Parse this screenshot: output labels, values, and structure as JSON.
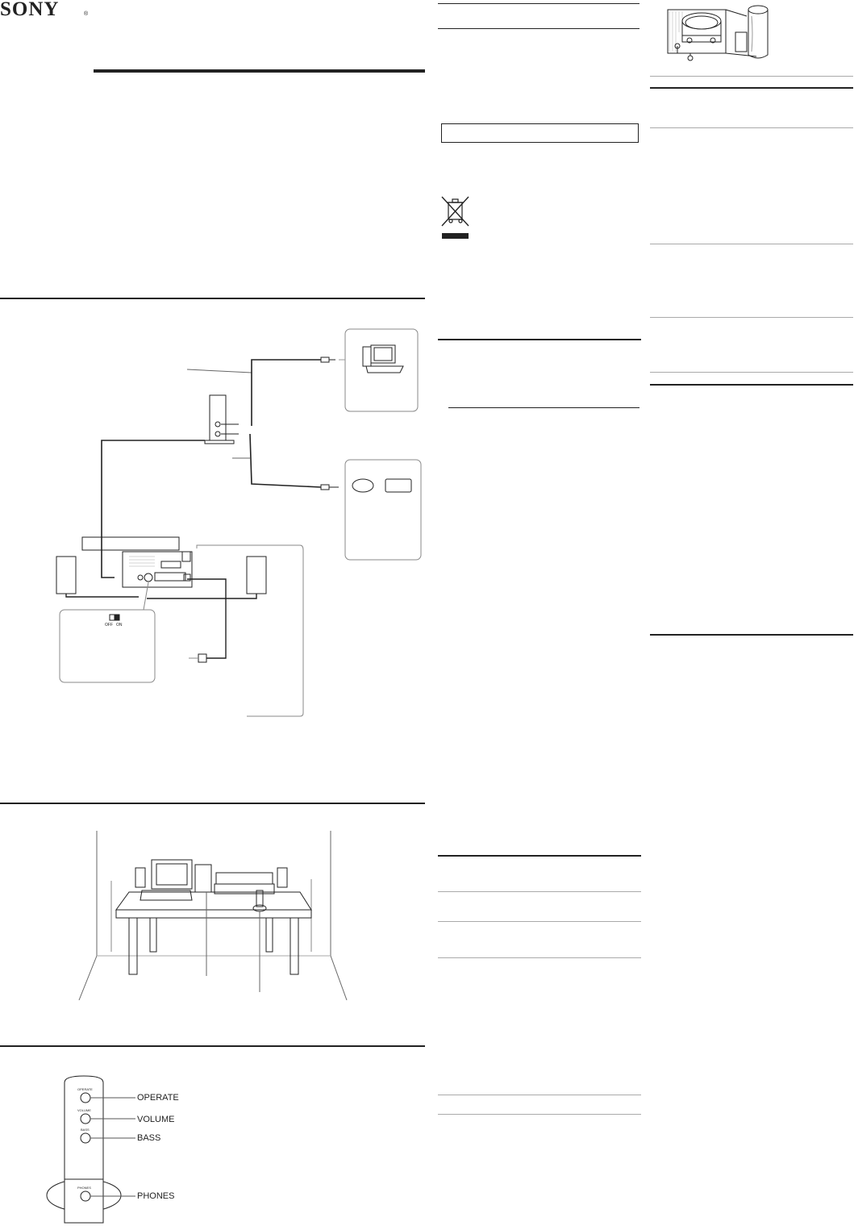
{
  "brand": {
    "logo_text": "SONY",
    "registered_mark": "®"
  },
  "diagram_switch": {
    "off_label": "OFF",
    "on_label": "ON"
  },
  "controls": {
    "operate": "OPERATE",
    "volume": "VOLUME",
    "bass": "BASS",
    "phones": "PHONES"
  },
  "panel_small_labels": {
    "operate": "OPERATE",
    "volume": "VOLUME",
    "bass": "BASS",
    "phones": "PHONES"
  },
  "colors": {
    "ink": "#222222",
    "light_rule": "#aaaaaa",
    "hatch": "#cccccc"
  }
}
